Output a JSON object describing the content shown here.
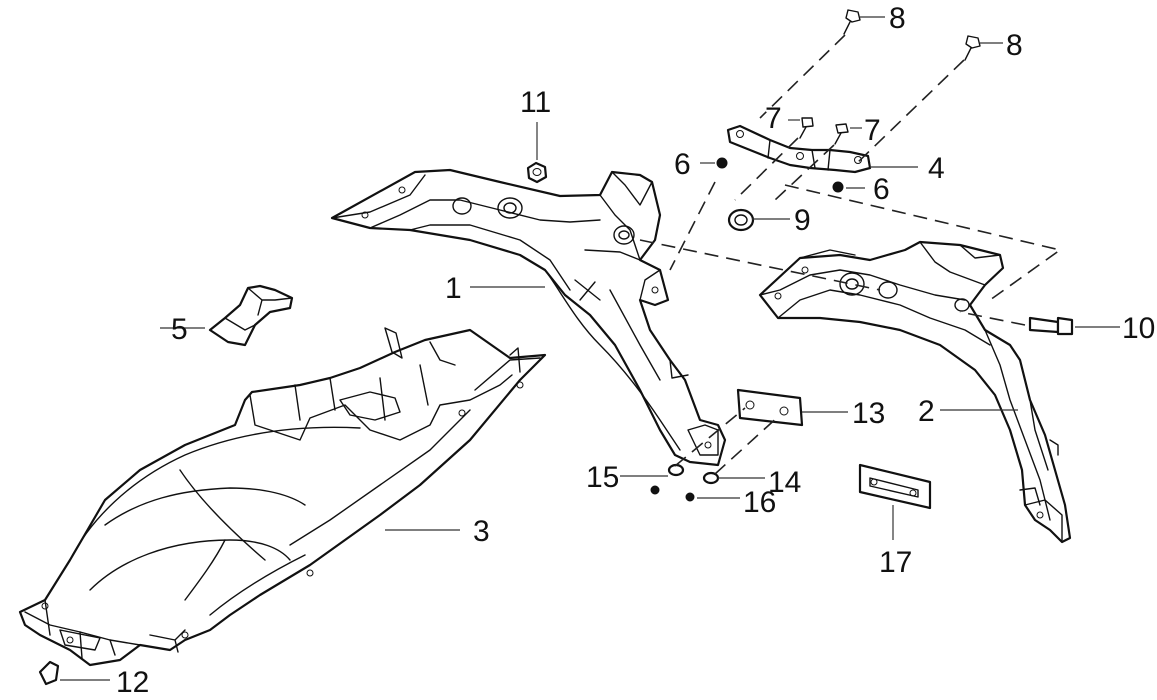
{
  "callouts": [
    "1",
    "2",
    "3",
    "4",
    "5",
    "6",
    "6",
    "7",
    "7",
    "8",
    "8",
    "9",
    "10",
    "11",
    "12",
    "13",
    "14",
    "15",
    "16",
    "17"
  ]
}
